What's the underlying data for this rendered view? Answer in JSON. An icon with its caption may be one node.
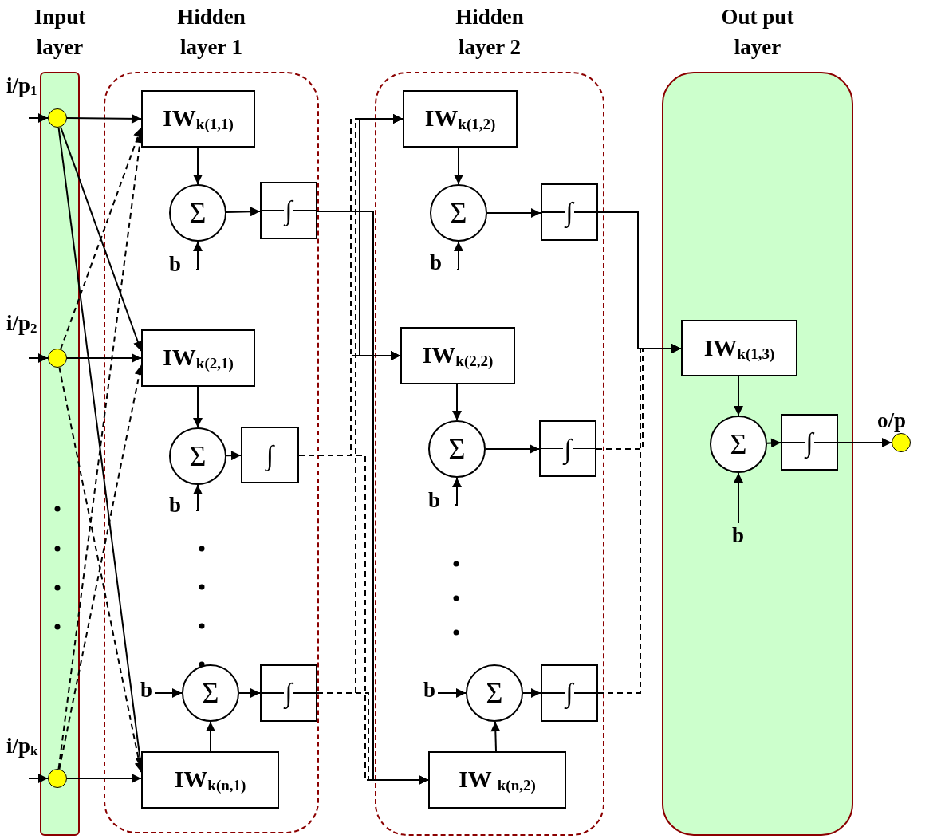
{
  "diagram": {
    "nodes": [
      {
        "text": [
          "Input layer"
        ]
      },
      {
        "text": [],
        "shape": "circle",
        "in": 0,
        "beside": [
          "i/p$_{1}$"
        ]
      },
      {
        "text": [],
        "shape": "circle",
        "in": 0,
        "beside": [
          "i/p$_{2}$"
        ]
      },
      {
        "text": [],
        "shape": "circle",
        "in": 0,
        "beside": [
          "i/p$_{k}$"
        ]
      },
      {
        "text": [
          "Hidden layer 1"
        ]
      },
      {
        "text": [
          "IW$_{k(1,1)}$"
        ],
        "in": 4
      },
      {
        "text": [
          "Σ"
        ],
        "in": 4
      },
      {
        "text": [
          "∫"
        ],
        "in": 4
      },
      {
        "text": [
          "b"
        ],
        "in": 4
      },
      {
        "text": [
          "IW$_{k(2,1)}$"
        ],
        "in": 4
      },
      {
        "text": [
          "Σ"
        ],
        "in": 4
      },
      {
        "text": [
          "∫"
        ],
        "in": 4
      },
      {
        "text": [
          "b"
        ],
        "in": 4
      },
      {
        "text": [
          "b"
        ],
        "in": 4
      },
      {
        "text": [
          "Σ"
        ],
        "in": 4
      },
      {
        "text": [
          "∫"
        ],
        "in": 4
      },
      {
        "text": [
          "IW$_{k(n,1)}$"
        ],
        "in": 4
      },
      {
        "text": [
          "Hidden layer 2"
        ]
      },
      {
        "text": [
          "IW$_{k(1,2)}$"
        ],
        "in": 17
      },
      {
        "text": [
          "Σ"
        ],
        "in": 17
      },
      {
        "text": [
          "∫"
        ],
        "in": 17
      },
      {
        "text": [
          "b"
        ],
        "in": 17
      },
      {
        "text": [
          "IW$_{k(2,2)}$"
        ],
        "in": 17
      },
      {
        "text": [
          "Σ"
        ],
        "in": 17
      },
      {
        "text": [
          "∫"
        ],
        "in": 17
      },
      {
        "text": [
          "b"
        ],
        "in": 17
      },
      {
        "text": [
          "b"
        ],
        "in": 17
      },
      {
        "text": [
          "Σ"
        ],
        "in": 17
      },
      {
        "text": [
          "∫"
        ],
        "in": 17
      },
      {
        "text": [
          "IW $_{k(n,2)}$"
        ],
        "in": 17
      },
      {
        "text": [
          "Out put layer"
        ]
      },
      {
        "text": [
          "IW$_{k(1,3)}$"
        ],
        "in": 30
      },
      {
        "text": [
          "Σ"
        ],
        "in": 30
      },
      {
        "text": [
          "∫"
        ],
        "in": 30
      },
      {
        "text": [
          "b"
        ],
        "in": 30
      },
      {
        "text": [],
        "shape": "circle",
        "beside": [
          "o/p"
        ]
      }
    ],
    "edges": [
      {
        "from": null,
        "to": 1,
        "arrow": "to"
      },
      {
        "from": null,
        "to": 2,
        "arrow": "to"
      },
      {
        "from": null,
        "to": 3,
        "arrow": "to"
      },
      {
        "from": 1,
        "to": 5,
        "arrow": "to"
      },
      {
        "from": 1,
        "to": 9,
        "arrow": "to"
      },
      {
        "from": 1,
        "to": 16,
        "arrow": "to"
      },
      {
        "from": 2,
        "to": 5,
        "arrow": "to",
        "style": "dashed"
      },
      {
        "from": 2,
        "to": 9,
        "arrow": "to"
      },
      {
        "from": 2,
        "to": 16,
        "arrow": "to",
        "style": "dashed"
      },
      {
        "from": 3,
        "to": 5,
        "arrow": "to",
        "style": "dashed"
      },
      {
        "from": 3,
        "to": 9,
        "arrow": "to",
        "style": "dashed"
      },
      {
        "from": 3,
        "to": 16,
        "arrow": "to"
      },
      {
        "from": 5,
        "to": 6,
        "arrow": "to"
      },
      {
        "from": 6,
        "to": 7,
        "arrow": "to"
      },
      {
        "from": 8,
        "to": 6,
        "arrow": "to"
      },
      {
        "from": 9,
        "to": 10,
        "arrow": "to"
      },
      {
        "from": 10,
        "to": 11,
        "arrow": "to"
      },
      {
        "from": 12,
        "to": 10,
        "arrow": "to"
      },
      {
        "from": 13,
        "to": 14,
        "arrow": "to"
      },
      {
        "from": 16,
        "to": 14,
        "arrow": "to"
      },
      {
        "from": 14,
        "to": 15,
        "arrow": "to"
      },
      {
        "from": 7,
        "to": 18,
        "arrow": "to"
      },
      {
        "from": 7,
        "to": 22,
        "arrow": "to"
      },
      {
        "from": 7,
        "to": 29,
        "arrow": "to"
      },
      {
        "from": 11,
        "to": 18,
        "arrow": "to",
        "style": "dashed"
      },
      {
        "from": 11,
        "to": 22,
        "arrow": "to",
        "style": "dashed"
      },
      {
        "from": 11,
        "to": 29,
        "arrow": "to",
        "style": "dashed"
      },
      {
        "from": 15,
        "to": 18,
        "arrow": "to",
        "style": "dashed"
      },
      {
        "from": 15,
        "to": 22,
        "arrow": "to",
        "style": "dashed"
      },
      {
        "from": 15,
        "to": 29,
        "arrow": "to",
        "style": "dashed"
      },
      {
        "from": 18,
        "to": 19,
        "arrow": "to"
      },
      {
        "from": 19,
        "to": 20,
        "arrow": "to"
      },
      {
        "from": 21,
        "to": 19,
        "arrow": "to"
      },
      {
        "from": 22,
        "to": 23,
        "arrow": "to"
      },
      {
        "from": 23,
        "to": 24,
        "arrow": "to"
      },
      {
        "from": 25,
        "to": 23,
        "arrow": "to"
      },
      {
        "from": 26,
        "to": 27,
        "arrow": "to"
      },
      {
        "from": 29,
        "to": 27,
        "arrow": "to"
      },
      {
        "from": 27,
        "to": 28,
        "arrow": "to"
      },
      {
        "from": 20,
        "to": 31,
        "arrow": "to"
      },
      {
        "from": 24,
        "to": 31,
        "arrow": "to",
        "style": "dashed"
      },
      {
        "from": 28,
        "to": 31,
        "arrow": "to",
        "style": "dashed"
      },
      {
        "from": 31,
        "to": 32,
        "arrow": "to"
      },
      {
        "from": 34,
        "to": 32,
        "arrow": "to"
      },
      {
        "from": 32,
        "to": 33,
        "arrow": "to"
      },
      {
        "from": 33,
        "to": 35,
        "arrow": "to"
      }
    ]
  }
}
